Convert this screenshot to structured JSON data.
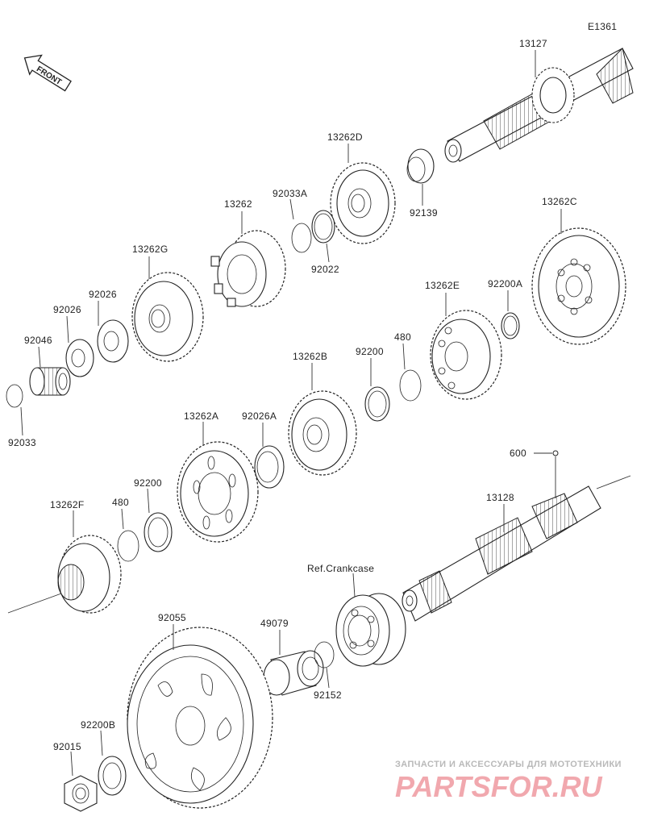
{
  "diagram_code": "E1361",
  "front_label": "FRONT",
  "reference_label": "Ref.Crankcase",
  "parts": [
    {
      "id": "p13127",
      "label": "13127"
    },
    {
      "id": "p13262D",
      "label": "13262D"
    },
    {
      "id": "p92139",
      "label": "92139"
    },
    {
      "id": "p13262",
      "label": "13262"
    },
    {
      "id": "p92033A",
      "label": "92033A"
    },
    {
      "id": "p92022",
      "label": "92022"
    },
    {
      "id": "p13262G",
      "label": "13262G"
    },
    {
      "id": "p13262C",
      "label": "13262C"
    },
    {
      "id": "p92026a",
      "label": "92026"
    },
    {
      "id": "p92026b",
      "label": "92026"
    },
    {
      "id": "p92046",
      "label": "92046"
    },
    {
      "id": "p13262E",
      "label": "13262E"
    },
    {
      "id": "p92200A",
      "label": "92200A"
    },
    {
      "id": "p480a",
      "label": "480"
    },
    {
      "id": "p92200a",
      "label": "92200"
    },
    {
      "id": "p13262B",
      "label": "13262B"
    },
    {
      "id": "p92033",
      "label": "92033"
    },
    {
      "id": "p13262A",
      "label": "13262A"
    },
    {
      "id": "p92026A",
      "label": "92026A"
    },
    {
      "id": "p600",
      "label": "600"
    },
    {
      "id": "p13128",
      "label": "13128"
    },
    {
      "id": "p13262F",
      "label": "13262F"
    },
    {
      "id": "p480b",
      "label": "480"
    },
    {
      "id": "p92200b",
      "label": "92200"
    },
    {
      "id": "p49079",
      "label": "49079"
    },
    {
      "id": "p92152",
      "label": "92152"
    },
    {
      "id": "p92055",
      "label": "92055"
    },
    {
      "id": "p92200B",
      "label": "92200B"
    },
    {
      "id": "p92015",
      "label": "92015"
    }
  ],
  "watermark": {
    "caption": "ЗАПЧАСТИ И АКСЕССУАРЫ ДЛЯ МОТОТЕХНИКИ",
    "brand": "PARTSFOR.RU"
  }
}
